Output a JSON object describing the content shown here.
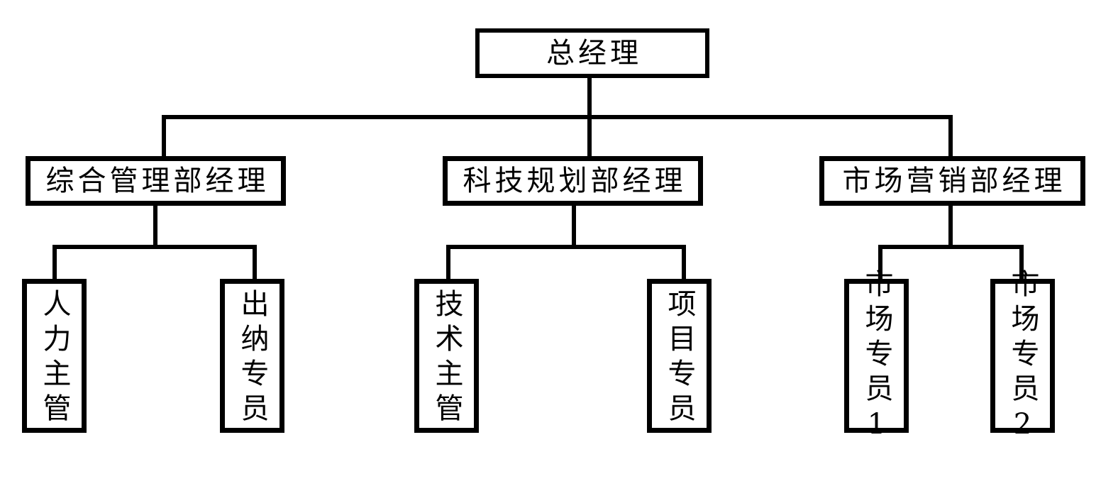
{
  "chart_data": {
    "type": "diagram",
    "diagram_type": "organizational-chart",
    "title": "",
    "orientation": "top-down",
    "levels": 3,
    "node_count": 10,
    "edge_count": 9,
    "style": {
      "background": "#ffffff",
      "box_fill": "#ffffff",
      "box_border": "#000000",
      "line_color": "#000000",
      "text_color": "#000000"
    },
    "nodes": [
      {
        "id": "n0",
        "label": "总经理",
        "level": 1,
        "parent": null,
        "text_orientation": "horizontal"
      },
      {
        "id": "n1",
        "label": "综合管理部经理",
        "level": 2,
        "parent": "n0",
        "text_orientation": "horizontal"
      },
      {
        "id": "n2",
        "label": "科技规划部经理",
        "level": 2,
        "parent": "n0",
        "text_orientation": "horizontal"
      },
      {
        "id": "n3",
        "label": "市场营销部经理",
        "level": 2,
        "parent": "n0",
        "text_orientation": "horizontal"
      },
      {
        "id": "n4",
        "label": "人力主管",
        "level": 3,
        "parent": "n1",
        "text_orientation": "vertical"
      },
      {
        "id": "n5",
        "label": "出纳专员",
        "level": 3,
        "parent": "n1",
        "text_orientation": "vertical"
      },
      {
        "id": "n6",
        "label": "技术主管",
        "level": 3,
        "parent": "n2",
        "text_orientation": "vertical"
      },
      {
        "id": "n7",
        "label": "项目专员",
        "level": 3,
        "parent": "n2",
        "text_orientation": "vertical"
      },
      {
        "id": "n8",
        "label": "市场专员1",
        "level": 3,
        "parent": "n3",
        "text_orientation": "vertical"
      },
      {
        "id": "n9",
        "label": "市场专员2",
        "level": 3,
        "parent": "n3",
        "text_orientation": "vertical"
      }
    ],
    "edges": [
      {
        "from": "n0",
        "to": "n1"
      },
      {
        "from": "n0",
        "to": "n2"
      },
      {
        "from": "n0",
        "to": "n3"
      },
      {
        "from": "n1",
        "to": "n4"
      },
      {
        "from": "n1",
        "to": "n5"
      },
      {
        "from": "n2",
        "to": "n6"
      },
      {
        "from": "n2",
        "to": "n7"
      },
      {
        "from": "n3",
        "to": "n8"
      },
      {
        "from": "n3",
        "to": "n9"
      }
    ]
  },
  "org": {
    "root": {
      "label": "总经理"
    },
    "departments": [
      {
        "manager": "综合管理部经理",
        "staff": [
          "人力主管",
          "出纳专员"
        ]
      },
      {
        "manager": "科技规划部经理",
        "staff": [
          "技术主管",
          "项目专员"
        ]
      },
      {
        "manager": "市场营销部经理",
        "staff": [
          "市场专员1",
          "市场专员2"
        ]
      }
    ]
  }
}
